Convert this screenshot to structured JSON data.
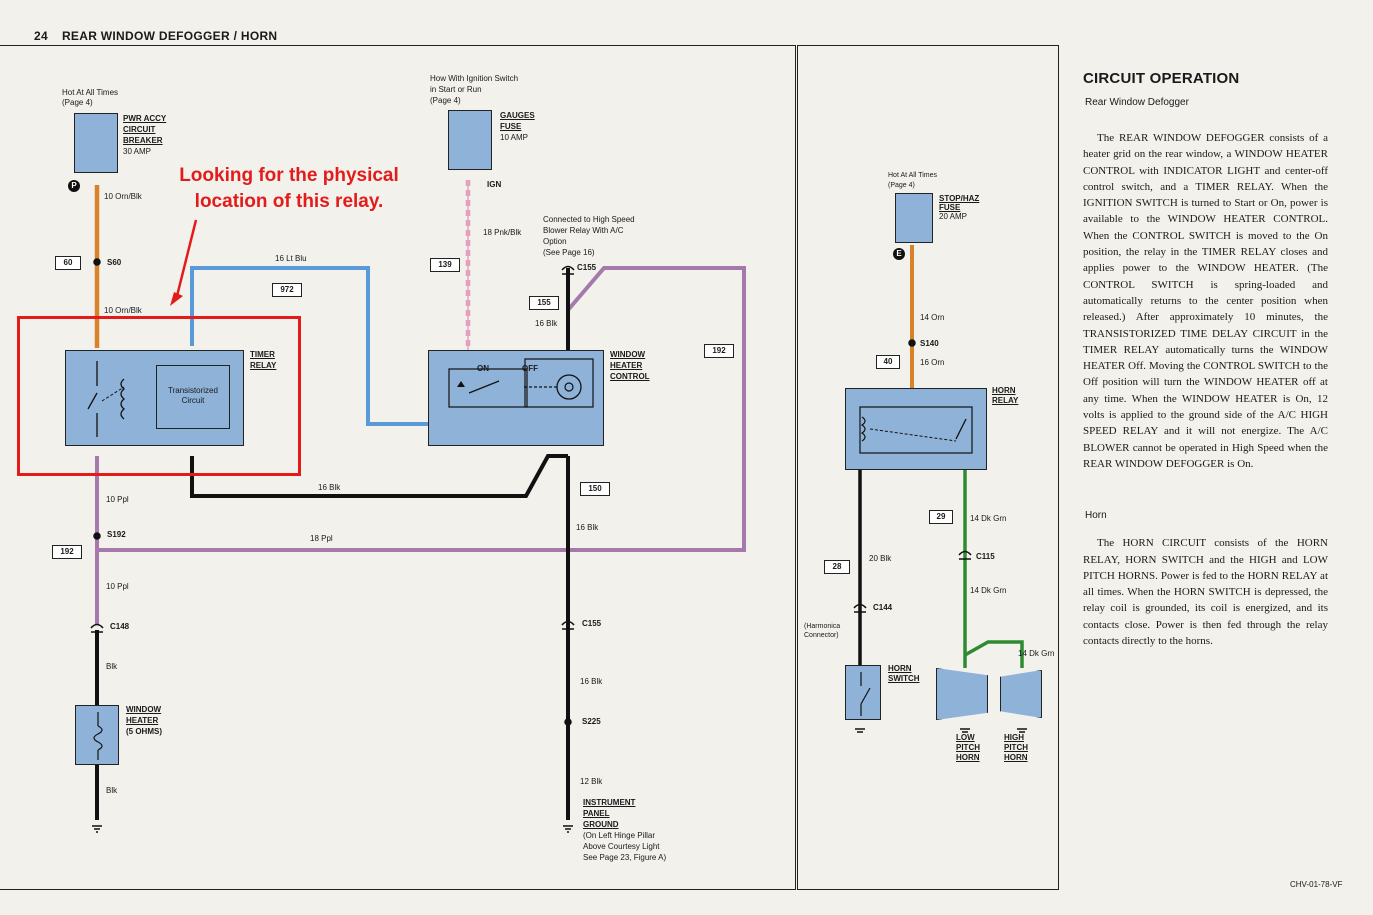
{
  "header": {
    "page_number": "24",
    "title": "REAR WINDOW DEFOGGER / HORN"
  },
  "annotation": {
    "callout_text": "Looking for the physical location of this relay."
  },
  "colors": {
    "relay_blue": "#8fb2d8",
    "wire_orange": "#d8832a",
    "wire_light_blue": "#5a9ad8",
    "wire_pink": "#e79abb",
    "wire_purple": "#a679ac",
    "wire_black": "#111111",
    "wire_dark_green": "#2e8a30",
    "callout_red": "#e41b1b"
  },
  "diagram": {
    "pwr_source": {
      "label": "Hot At All Times",
      "page": "(Page 4)"
    },
    "pwr_breaker": {
      "line1": "PWR ACCY",
      "line2": "CIRCUIT",
      "line3": "BREAKER",
      "rating": "30 AMP"
    },
    "ign_source": {
      "line1": "How With Ignition Switch",
      "line2": "in Start or Run",
      "page": "(Page 4)"
    },
    "gauges_fuse": {
      "line1": "GAUGES",
      "line2": "FUSE",
      "rating": "10 AMP"
    },
    "stop_source": {
      "label": "Hot At All Times",
      "page": "(Page 4)"
    },
    "stop_fuse": {
      "line1": "STOP/HAZ",
      "line2": "FUSE",
      "rating": "20 AMP"
    },
    "blower_note": {
      "line1": "Connected to High Speed",
      "line2": "Blower Relay With A/C",
      "line3": "Option",
      "page": "(See Page 16)"
    },
    "connectors": {
      "p": "P",
      "ign": "IGN",
      "e": "E"
    },
    "circuit_numbers": {
      "c60": "60",
      "c972": "972",
      "c139": "139",
      "c155": "155",
      "c192a": "192",
      "c192b": "192",
      "c150": "150",
      "c40": "40",
      "c29": "29",
      "c28": "28"
    },
    "wires": {
      "orn_blk_1": "10 Orn/Blk",
      "orn_blk_2": "10 Orn/Blk",
      "lt_blu": "16 Lt Blu",
      "pnk_blk": "18 Pnk/Blk",
      "blk_16a": "16 Blk",
      "blk_16b": "16 Blk",
      "blk_16c": "16 Blk",
      "blk_16d": "16 Blk",
      "ppl_10a": "10 Ppl",
      "ppl_18": "18 Ppl",
      "ppl_10b": "10 Ppl",
      "blk_wh1": "Blk",
      "blk_wh2": "Blk",
      "blk_12": "12 Blk",
      "orn_14": "14 Orn",
      "orn_16": "16 Orn",
      "dk_grn_a": "14 Dk Grn",
      "dk_grn_b": "14 Dk Grn",
      "dk_grn_c": "14 Dk Grn",
      "blk_20": "20 Blk"
    },
    "splices": {
      "s60": "S60",
      "s192": "S192",
      "s225": "S225",
      "s140": "S140",
      "c155a": "C155",
      "c155b": "C155",
      "c148": "C148",
      "c115": "C115",
      "c144": "C144"
    },
    "timer_relay": {
      "line1": "TIMER",
      "line2": "RELAY",
      "inner_line1": "Transistorized",
      "inner_line2": "Circuit"
    },
    "window_heater_control": {
      "line1": "WINDOW",
      "line2": "HEATER",
      "line3": "CONTROL",
      "on": "ON",
      "off": "OFF"
    },
    "window_heater": {
      "line1": "WINDOW",
      "line2": "HEATER",
      "line3": "(5 OHMS)"
    },
    "ground": {
      "line1": "INSTRUMENT",
      "line2": "PANEL",
      "line3": "GROUND",
      "note1": "(On Left Hinge Pillar",
      "note2": "Above Courtesy Light",
      "note3": "See Page 23, Figure A)"
    },
    "horn_relay": {
      "line1": "HORN",
      "line2": "RELAY"
    },
    "horn_switch": {
      "line1": "HORN",
      "line2": "SWITCH"
    },
    "harmonica": {
      "line1": "(Harmonica",
      "line2": "Connector)"
    },
    "low_horn": {
      "line1": "LOW",
      "line2": "PITCH",
      "line3": "HORN"
    },
    "high_horn": {
      "line1": "HIGH",
      "line2": "PITCH",
      "line3": "HORN"
    }
  },
  "circuit_operation": {
    "heading": "CIRCUIT OPERATION",
    "defogger_subheading": "Rear Window Defogger",
    "defogger_text": "The REAR WINDOW DEFOGGER consists of a heater grid on the rear window, a WINDOW HEATER CONTROL with INDICATOR LIGHT and center-off control switch, and a TIMER RELAY. When the IGNITION SWITCH is turned to Start or On, power is available to the WINDOW HEATER CONTROL. When the CONTROL SWITCH is moved to the On position, the relay in the TIMER RELAY closes and applies power to the WINDOW HEATER. (The CONTROL SWITCH is spring-loaded and automatically returns to the center position when released.) After approximately 10 minutes, the TRANSISTORIZED TIME DELAY CIRCUIT in the TIMER RELAY automatically turns the WINDOW HEATER Off. Moving the CONTROL SWITCH to the Off position will turn the WINDOW HEATER off at any time. When the WINDOW HEATER is On, 12 volts is applied to the ground side of the A/C HIGH SPEED RELAY and it will not energize. The A/C BLOWER cannot be operated in High Speed when the REAR WINDOW DEFOGGER is On.",
    "horn_subheading": "Horn",
    "horn_text": "The HORN CIRCUIT consists of the HORN RELAY, HORN SWITCH and the HIGH and LOW PITCH HORNS. Power is fed to the HORN RELAY at all times. When the HORN SWITCH is depressed, the relay coil is grounded, its coil is energized, and its contacts close. Power is then fed through the relay contacts directly to the horns."
  },
  "footer_code": "CHV-01-78-VF"
}
